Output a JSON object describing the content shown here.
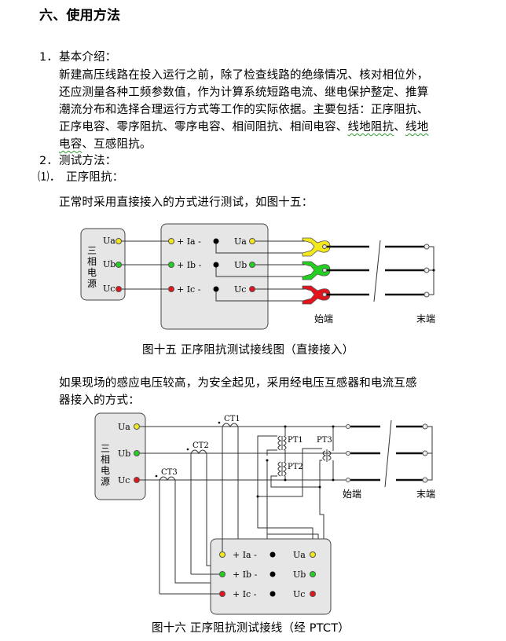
{
  "section": {
    "title": "六、使用方法"
  },
  "intro": {
    "heading_num": "1．",
    "heading": "基本介绍：",
    "lines": [
      "新建高压线路在投入运行之前，除了检查线路的绝缘情况、核对相位外，",
      "还应测量各种工频参数值，作为计算系统短路电流、继电保护整定、推算",
      "潮流分布和选择合理运行方式等工作的实际依据。主要包括：正序阻抗、"
    ],
    "line4_a": "正序电容、零序阻抗、零序电容、相间阻抗、相间电容、",
    "line4_b": "线地阻抗",
    "line4_c": "、",
    "line4_d": "线地",
    "line5_a": "电容",
    "line5_b": "、互感阻抗。"
  },
  "test": {
    "heading_num": "2．",
    "heading": "测试方法：",
    "sub_num": "⑴．",
    "sub_heading": "正序阻抗：",
    "direct_text": "正常时采用直接接入的方式进行测试，如图十五：",
    "ptct_text_1": "如果现场的感应电压较高，为安全起见，采用经电压互感器和电流互感",
    "ptct_text_2": "器接入的方式："
  },
  "fig15": {
    "caption": "图十五 正序阻抗测试接线图（直接接入）",
    "source_label": [
      "三",
      "相",
      "电",
      "源"
    ],
    "source_terminals": [
      "Ua",
      "Ub",
      "Uc"
    ],
    "current_terminals": [
      "+ Ia -",
      "+ Ib -",
      "+ Ic -"
    ],
    "voltage_terminals": [
      "Ua",
      "Ub",
      "Uc"
    ],
    "start_label": "始端",
    "end_label": "末端"
  },
  "fig16": {
    "caption": "图十六 正序阻抗测试接线（经 PTCT）",
    "source_label": [
      "三",
      "相",
      "电",
      "源"
    ],
    "source_terminals": [
      "Ua",
      "Ub",
      "Uc"
    ],
    "ct_labels": [
      "CT1",
      "CT2",
      "CT3"
    ],
    "pt_labels": [
      "PT1",
      "PT2",
      "PT3"
    ],
    "current_terminals": [
      "+ Ia -",
      "+ Ib -",
      "+ Ic -"
    ],
    "voltage_terminals": [
      "Ua",
      "Ub",
      "Uc"
    ],
    "start_label": "始端",
    "end_label": "末端"
  },
  "colors": {
    "phase_a": "#f4e81c",
    "phase_b": "#22d11f",
    "phase_c": "#e3141b",
    "panel_fill": "#e6e6e6",
    "spell_underline": "#2e9d2e"
  }
}
